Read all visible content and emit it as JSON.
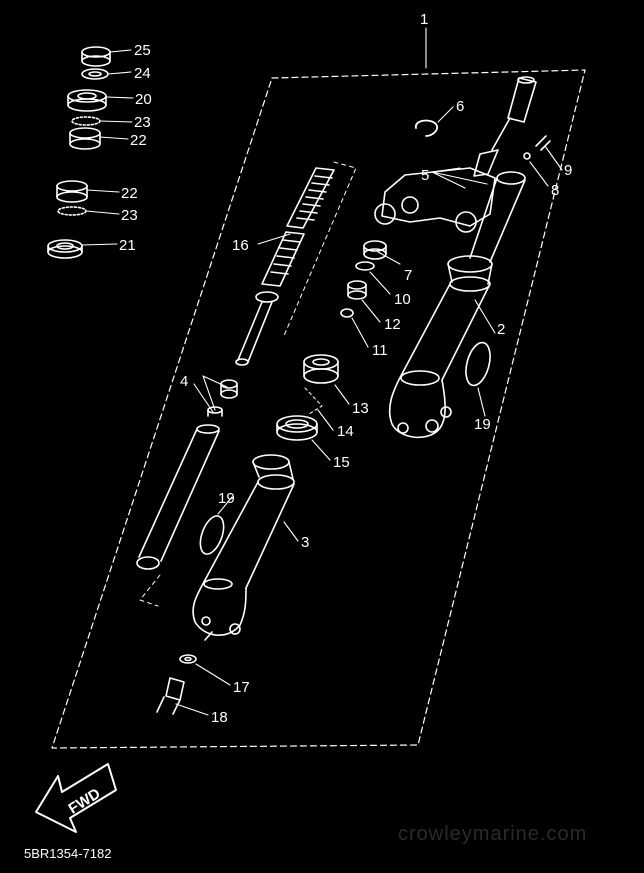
{
  "colors": {
    "background": "#000000",
    "line": "#ffffff",
    "watermark": "#2a2a2a"
  },
  "callouts": [
    {
      "id": "1",
      "label": "1"
    },
    {
      "id": "2",
      "label": "2"
    },
    {
      "id": "3",
      "label": "3"
    },
    {
      "id": "4",
      "label": "4"
    },
    {
      "id": "5",
      "label": "5"
    },
    {
      "id": "6",
      "label": "6"
    },
    {
      "id": "7",
      "label": "7"
    },
    {
      "id": "8",
      "label": "8"
    },
    {
      "id": "9",
      "label": "9"
    },
    {
      "id": "10",
      "label": "10"
    },
    {
      "id": "11",
      "label": "11"
    },
    {
      "id": "12",
      "label": "12"
    },
    {
      "id": "13",
      "label": "13"
    },
    {
      "id": "14",
      "label": "14"
    },
    {
      "id": "15",
      "label": "15"
    },
    {
      "id": "16",
      "label": "16"
    },
    {
      "id": "17",
      "label": "17"
    },
    {
      "id": "18",
      "label": "18"
    },
    {
      "id": "19a",
      "label": "19"
    },
    {
      "id": "19b",
      "label": "19"
    },
    {
      "id": "20",
      "label": "20"
    },
    {
      "id": "21",
      "label": "21"
    },
    {
      "id": "22a",
      "label": "22"
    },
    {
      "id": "22b",
      "label": "22"
    },
    {
      "id": "23a",
      "label": "23"
    },
    {
      "id": "23b",
      "label": "23"
    },
    {
      "id": "24",
      "label": "24"
    },
    {
      "id": "25",
      "label": "25"
    }
  ],
  "direction_arrow": {
    "label": "FWD",
    "icon": "fwd-arrow-icon"
  },
  "footer": {
    "diagram_code": "5BR1354-7182"
  },
  "watermark": {
    "text": "crowleymarine.com"
  }
}
